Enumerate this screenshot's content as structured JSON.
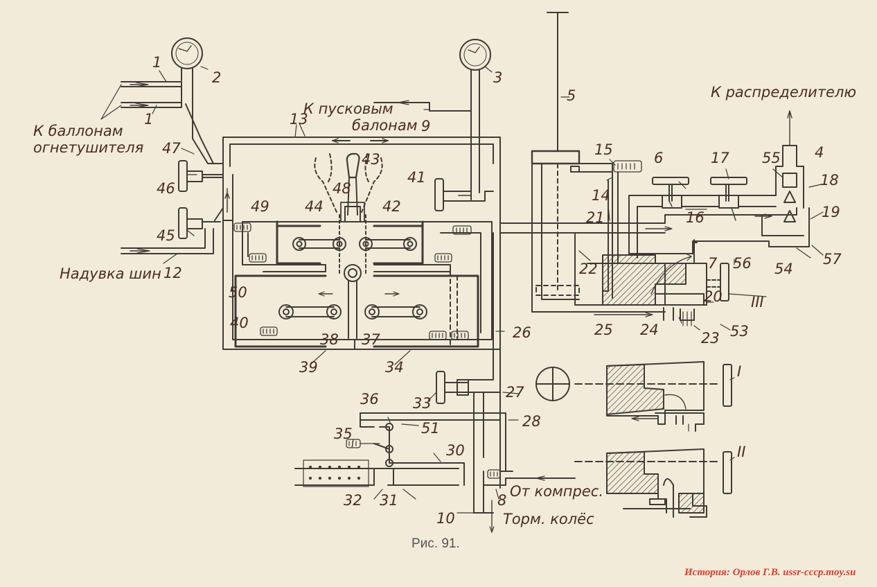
{
  "figure": {
    "caption": "Рис. 91.",
    "watermark": "История: Орлов Г.В. ussr-cccp.moy.su",
    "line_color": "#3f3a36",
    "label_color": "#4a2c22",
    "watermark_color": "#e23a2a"
  },
  "captions": {
    "extinguisher_1": "К баллонам",
    "extinguisher_2": "огнетушителя",
    "start_1": "К пусковым",
    "start_2": "балонам",
    "distributor": "К распределителю",
    "tire_inflation": "Надувка шин",
    "from_compressor": "От компрес.",
    "wheel_brakes": "Торм. колёс"
  },
  "labels": {
    "n1a": "1",
    "n1b": "1",
    "n2": "2",
    "n3": "3",
    "n4": "4",
    "n5": "5",
    "n6": "6",
    "n7": "7",
    "n8": "8",
    "n9": "9",
    "n10": "10",
    "n12": "12",
    "n13": "13",
    "n14": "14",
    "n15": "15",
    "n16": "16",
    "n17": "17",
    "n18": "18",
    "n19": "19",
    "n20": "20",
    "n21": "21",
    "n22": "22",
    "n23": "23",
    "n24": "24",
    "n25": "25",
    "n26": "26",
    "n27": "27",
    "n28": "28",
    "n30": "30",
    "n31": "31",
    "n32": "32",
    "n33": "33",
    "n34": "34",
    "n35": "35",
    "n36": "36",
    "n37": "37",
    "n38": "38",
    "n39": "39",
    "n40": "40",
    "n41": "41",
    "n42": "42",
    "n43": "43",
    "n44": "44",
    "n45": "45",
    "n46": "46",
    "n47": "47",
    "n48": "48",
    "n49": "49",
    "n50": "50",
    "n51": "51",
    "n53": "53",
    "n54": "54",
    "n55": "55",
    "n56": "56",
    "n57": "57",
    "rI": "I",
    "rII": "II",
    "rIII": "III"
  }
}
